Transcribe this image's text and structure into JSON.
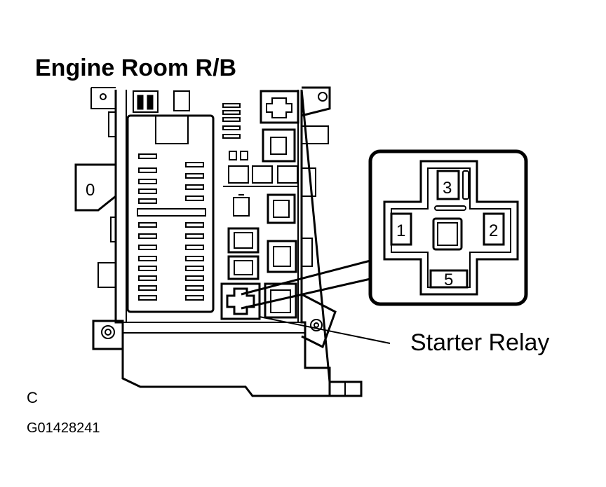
{
  "title": "Engine Room R/B",
  "callout_label": "Starter Relay",
  "view_letter": "C",
  "figure_code": "G01428241",
  "hole_label": "0",
  "relay_pins": [
    {
      "id": "pin-3",
      "label": "3"
    },
    {
      "id": "pin-1",
      "label": "1"
    },
    {
      "id": "pin-2",
      "label": "2"
    },
    {
      "id": "pin-5",
      "label": "5"
    }
  ],
  "colors": {
    "ink": "#000000",
    "paper": "#ffffff"
  }
}
